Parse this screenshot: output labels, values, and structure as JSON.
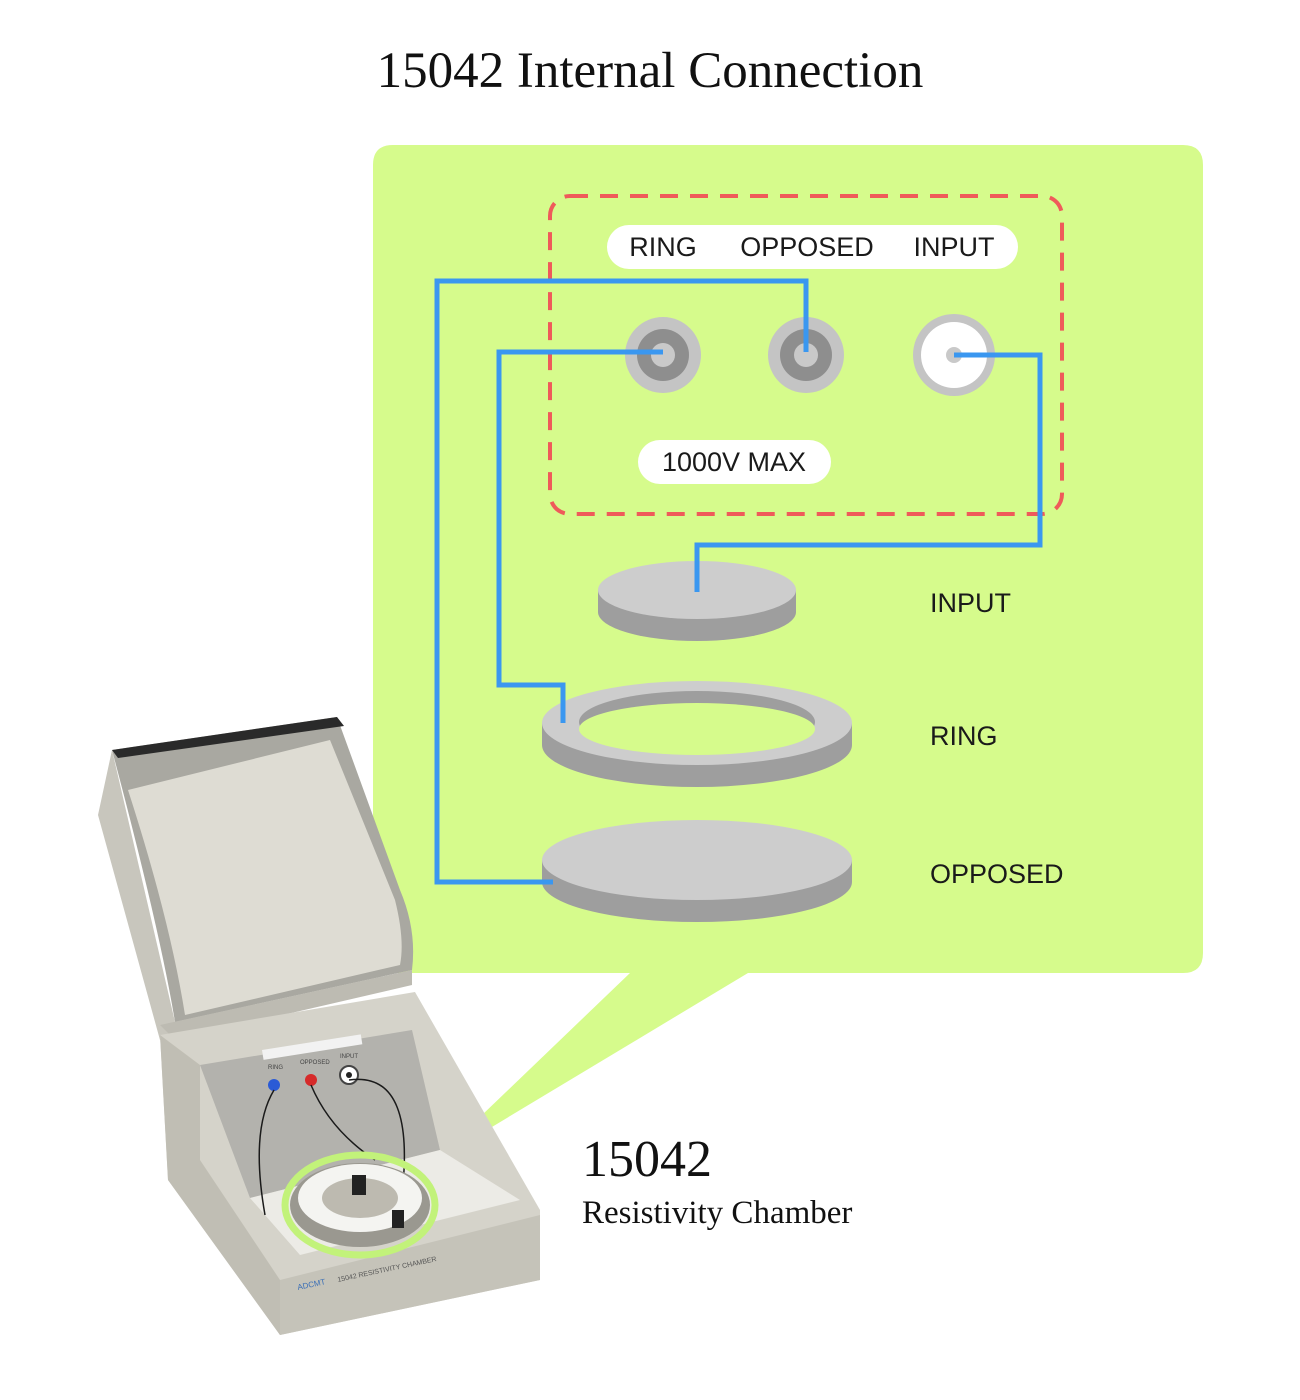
{
  "title": "15042 Internal Connection",
  "panel": {
    "terminal_labels": [
      "RING",
      "OPPOSED",
      "INPUT"
    ],
    "voltage_rating": "1000V  MAX"
  },
  "electrodes": {
    "input": "INPUT",
    "ring": "RING",
    "opposed": "OPPOSED"
  },
  "product": {
    "model": "15042",
    "name": "Resistivity Chamber",
    "front_plate_text": "15042  RESISTIVITY  CHAMBER",
    "brand_text": "ADCMT",
    "mini_labels": [
      "RING",
      "OPPOSED",
      "INPUT"
    ]
  },
  "colors": {
    "callout": "#d6fb8c",
    "wire": "#3a97f0",
    "dashed_border": "#ef5a5a",
    "electrode_top": "#cdcdcd",
    "electrode_side": "#9e9e9e"
  }
}
